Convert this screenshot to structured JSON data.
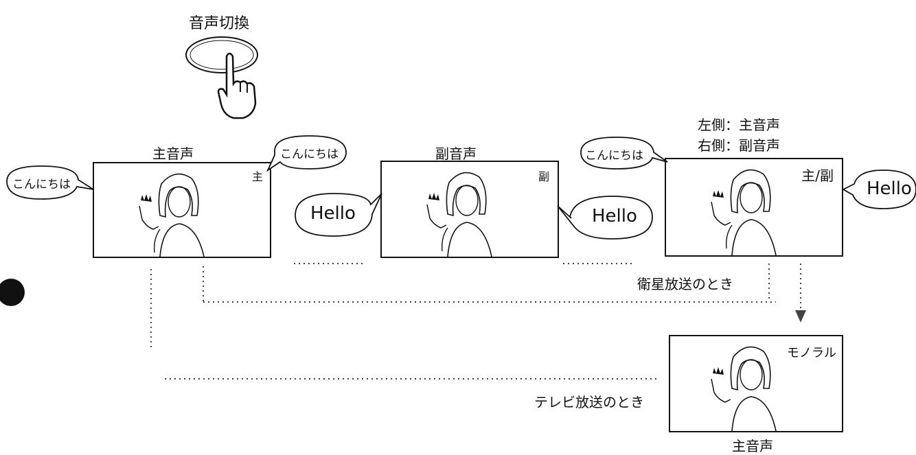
{
  "button_label": "音声切換",
  "labels": {
    "main_audio_top": "主音声",
    "sub_audio": "副音声",
    "left_side": "左側：主音声",
    "right_side": "右側：副音声",
    "satellite": "衛星放送のとき",
    "terrestrial": "テレビ放送のとき",
    "main_audio_bottom": "主音声"
  },
  "screen_marks": {
    "main": "主",
    "sub": "副",
    "both": "主/副",
    "mono": "モノラル"
  },
  "bubbles": {
    "hello_jp": "こんにちは",
    "hello_en": "Hello"
  },
  "icons": {
    "hand": "pointing-hand-icon",
    "bullet": "black-dot-icon"
  }
}
